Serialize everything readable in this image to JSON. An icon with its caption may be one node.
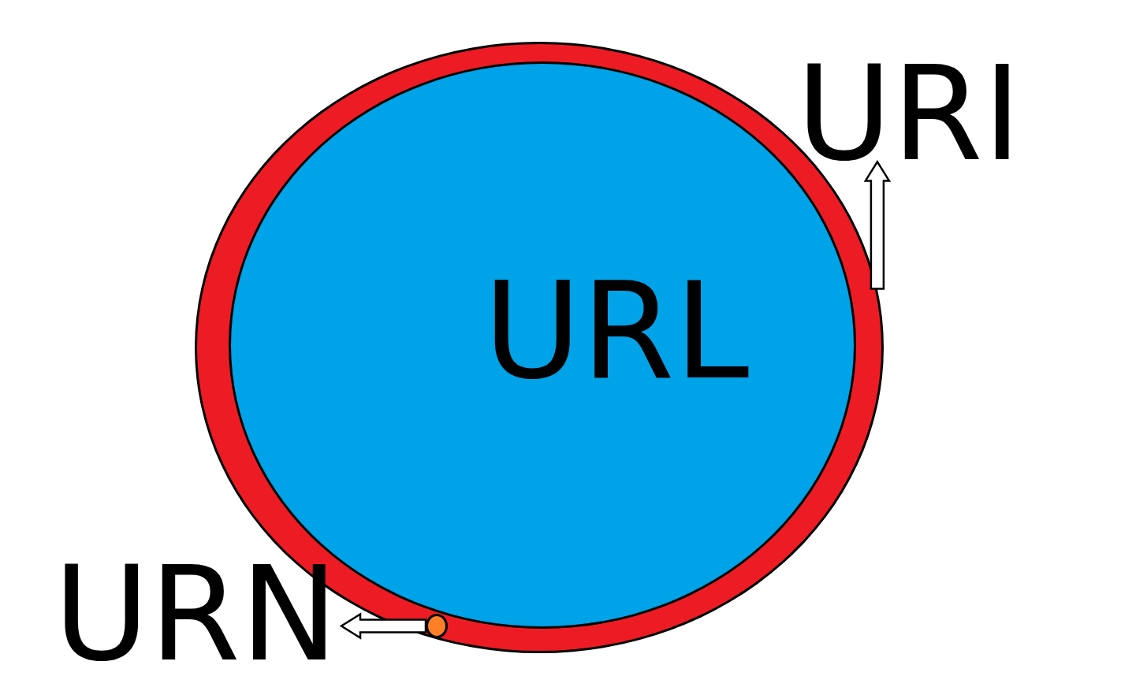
{
  "diagram": {
    "nodes": [
      {
        "text": [],
        "shape": "circle"
      },
      {
        "text": [
          "URL"
        ],
        "in": 0
      },
      {
        "text": [],
        "shape": "circle",
        "in": 0
      },
      {
        "text": [
          "URI"
        ]
      },
      {
        "text": [
          "URN"
        ]
      }
    ],
    "edges": [
      {
        "from": 0,
        "to": 3,
        "arrow": "to"
      },
      {
        "from": 2,
        "to": 4,
        "arrow": "to"
      }
    ]
  }
}
